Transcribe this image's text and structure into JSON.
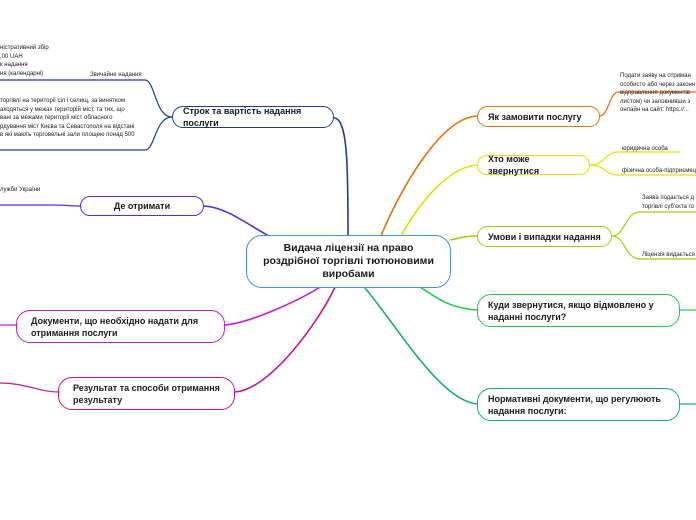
{
  "central": {
    "title": "Видача ліцензії на право роздрібної торгівлі тютюновими виробами"
  },
  "branches": {
    "term_cost": {
      "label": "Строк та вартість надання послуги"
    },
    "where": {
      "label": "Де отримати"
    },
    "documents": {
      "label": "Документи, що необхідно надати для отримання послуги"
    },
    "result": {
      "label": "Результат та способи отримання результату"
    },
    "how_order": {
      "label": "Як замовити послугу"
    },
    "who_apply": {
      "label": "Хто може звернутися"
    },
    "conditions": {
      "label": "Умови і випадки надання"
    },
    "where_refused": {
      "label": "Куди звернутися, якщо відмовлено у наданні послуги?"
    },
    "normative": {
      "label": "Нормативні документи, що регулюють надання послуги:"
    }
  },
  "details": {
    "fee_lines": [
      "ністративний збір",
      ",00 UAH",
      "к надання",
      "ня (календарні)"
    ],
    "ordinary": "Звичайне надання",
    "territory_lines": [
      "торгівлі на території сіл і селищ, за винятком",
      "аходяться у межах територій міст, та тих, що",
      "вані за межами території міст обласного",
      "рдування міст Києва та Севастополя на відстані",
      "в які мають торговельні зали площею понад 500"
    ],
    "service": "лужби України",
    "order_lines": [
      "Подати заяву на отриман",
      "особисто або через законн",
      "відправлення документів",
      "листом) чи заповнивши з",
      "онлайн на сайт: https://..."
    ],
    "legal_person": "юридична особа",
    "individual": "фізична особа-підприємец",
    "condition_lines": [
      "Заява подається д",
      "торгівлі суб'єкта го"
    ],
    "license_issued": "Ліцензія видається"
  },
  "colors": {
    "central_border": "#4a8fd6",
    "term_cost": "#1f3f8c",
    "where": "#5a2bd6",
    "documents": "#c21fc9",
    "result": "#c2188f",
    "how_order": "#e8700a",
    "who_apply": "#e6e000",
    "conditions": "#9ad00d",
    "where_refused": "#22cc44",
    "normative": "#15b06a"
  }
}
